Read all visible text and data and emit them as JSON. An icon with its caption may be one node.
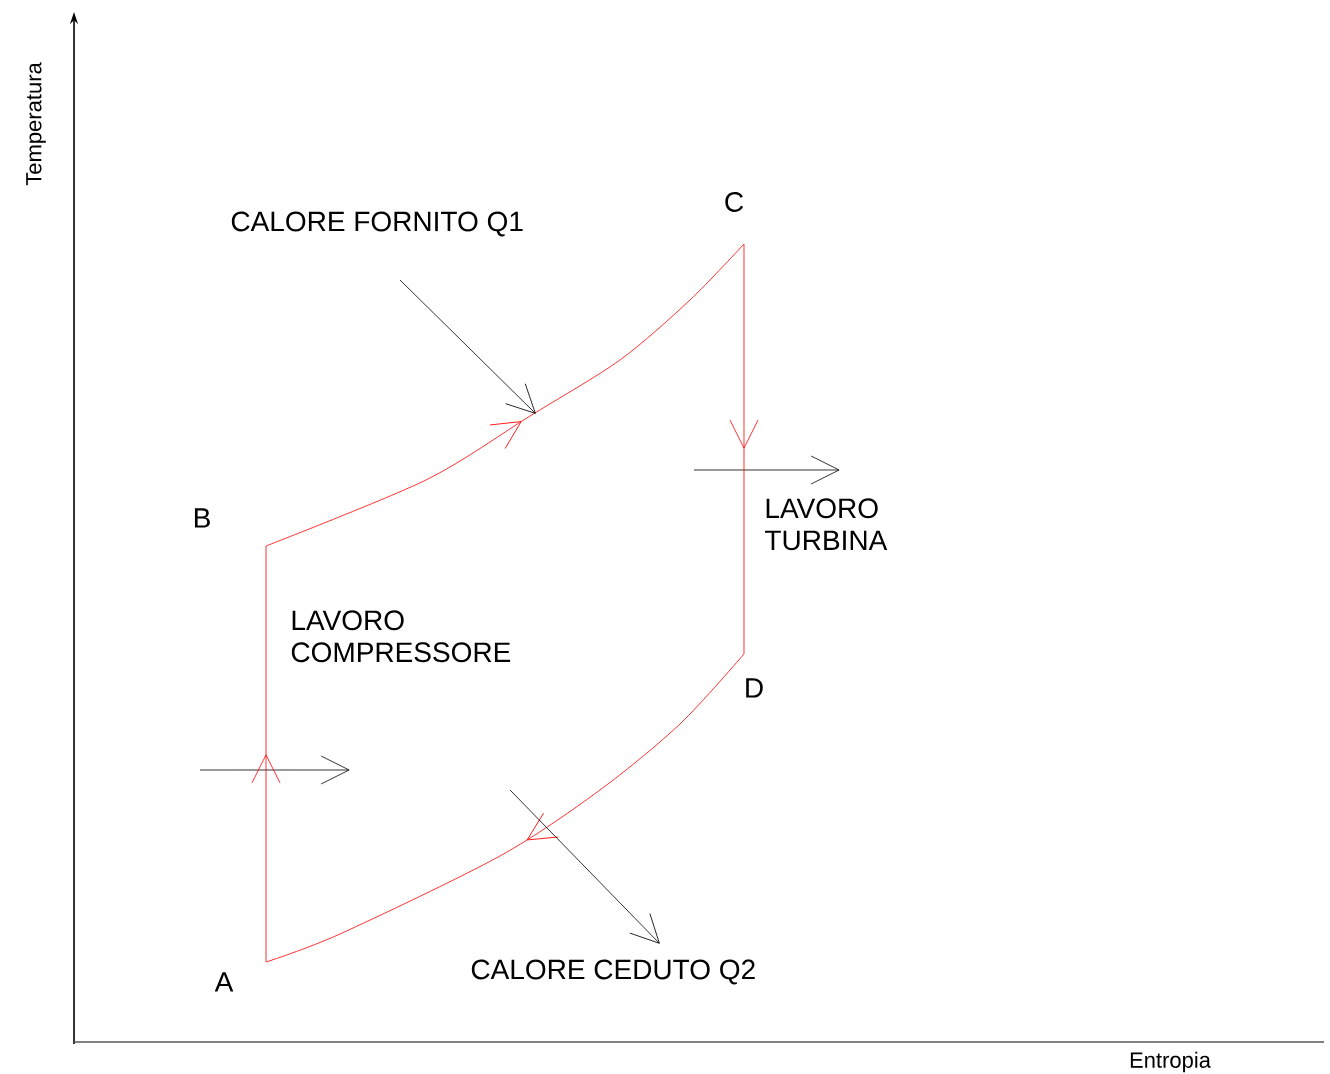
{
  "diagram": {
    "nodes": [
      {
        "text": [
          "CALORE FORNITO Q1"
        ]
      },
      {
        "text": [
          "C"
        ]
      },
      {
        "text": [
          "B"
        ]
      },
      {
        "text": [
          "D"
        ]
      },
      {
        "text": [
          "A"
        ]
      },
      {
        "text": [
          "CALORE CEDUTO Q2"
        ]
      }
    ],
    "edges": [
      {
        "from": 4,
        "to": 2,
        "arrow": "to",
        "color": "#ff0000"
      },
      {
        "from": 2,
        "to": 1,
        "arrow": "to",
        "color": "#ff0000"
      },
      {
        "from": 1,
        "to": 3,
        "arrow": "to",
        "color": "#ff0000"
      },
      {
        "from": 3,
        "to": 4,
        "arrow": "to",
        "color": "#ff0000"
      },
      {
        "from": 0,
        "to": null,
        "arrow": "to",
        "color": "#000000"
      },
      {
        "from": null,
        "to": 5,
        "arrow": "to",
        "color": "#000000"
      }
    ],
    "labels": [
      "Temperatura",
      "LAVORO TURBINA",
      "LAVORO COMPRESSORE",
      "Entropia"
    ]
  }
}
